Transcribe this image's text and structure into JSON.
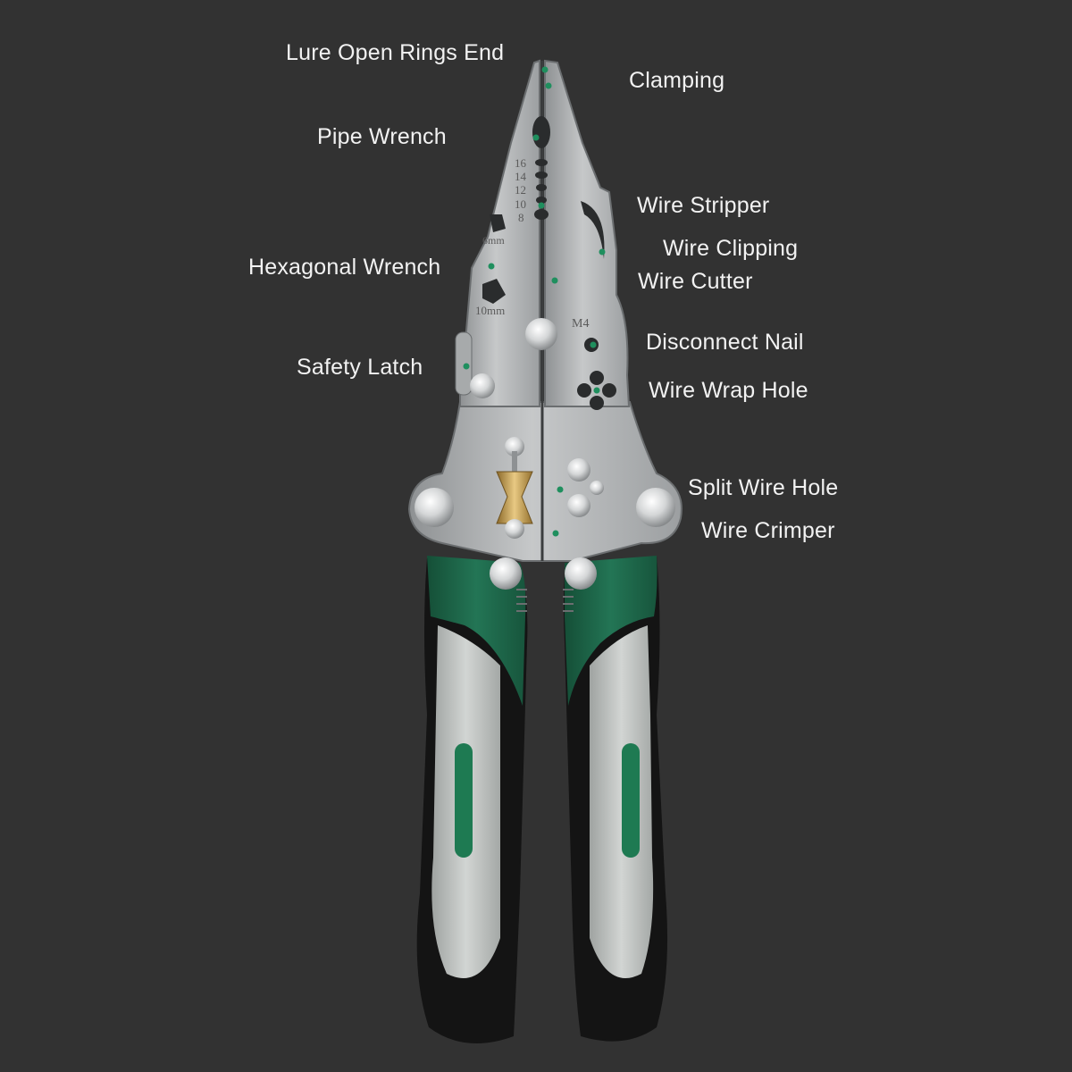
{
  "colors": {
    "background": "#323232",
    "label_text": "#f2f2f2",
    "handle_green": "#1e6a4b",
    "handle_grey": "#c4c7c5",
    "handle_black": "#141414",
    "steel": "#b9bbbc",
    "brass": "#c9a55a",
    "marker_dot": "#1f8f5e"
  },
  "callouts": {
    "lure_open_rings_end": "Lure Open Rings End",
    "clamping": "Clamping",
    "pipe_wrench": "Pipe Wrench",
    "wire_stripper": "Wire Stripper",
    "wire_clipping": "Wire Clipping",
    "hexagonal_wrench": "Hexagonal Wrench",
    "wire_cutter": "Wire Cutter",
    "disconnect_nail": "Disconnect Nail",
    "safety_latch": "Safety Latch",
    "wire_wrap_hole": "Wire Wrap Hole",
    "split_wire_hole": "Split Wire Hole",
    "wire_crimper": "Wire Crimper"
  },
  "engravings": {
    "gauge_16": "16",
    "gauge_14": "14",
    "gauge_12": "12",
    "gauge_10": "10",
    "gauge_8": "8",
    "hex_6mm": "6mm",
    "hex_10mm": "10mm",
    "thread_m4": "M4"
  }
}
